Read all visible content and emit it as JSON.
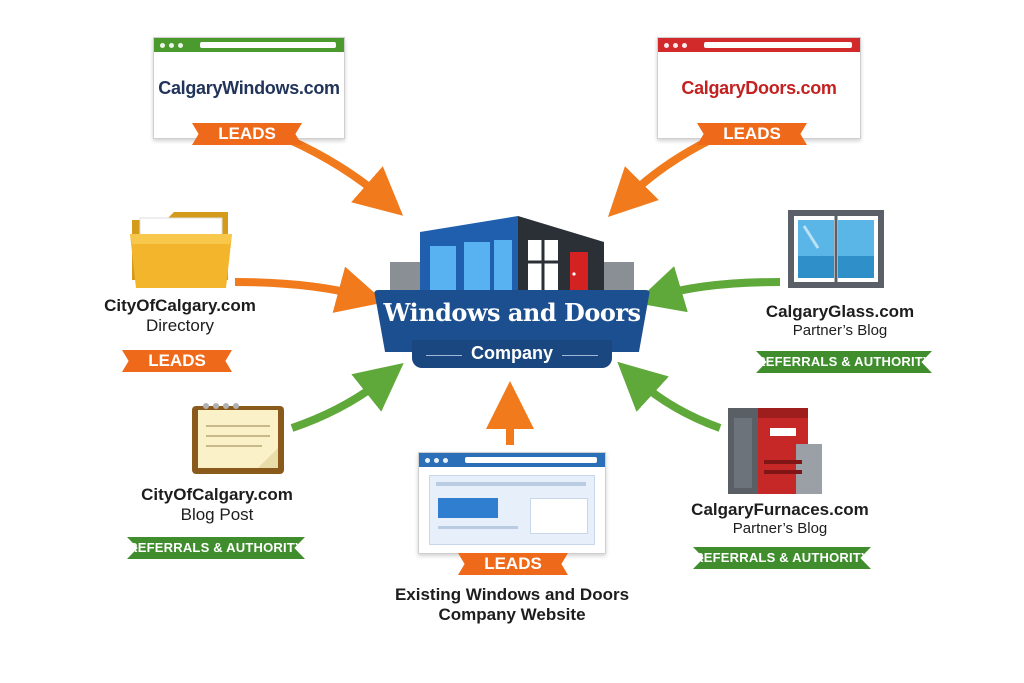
{
  "center": {
    "title": "Windows and Doors",
    "subtitle": "Company"
  },
  "nodes": {
    "calgary_windows": {
      "site": "CalgaryWindows.com",
      "badge": "LEADS",
      "color": "#4a9a2e"
    },
    "calgary_doors": {
      "site": "CalgaryDoors.com",
      "badge": "LEADS",
      "color": "#d22a2a"
    },
    "city_directory": {
      "line1": "CityOfCalgary.com",
      "line2": "Directory",
      "badge": "LEADS"
    },
    "city_blog": {
      "line1": "CityOfCalgary.com",
      "line2": "Blog Post",
      "badge": "REFERRALS & AUTHORITY"
    },
    "existing_site": {
      "line1": "Existing Windows and Doors",
      "line2": "Company Website",
      "badge": "LEADS"
    },
    "calgary_glass": {
      "line1": "CalgaryGlass.com",
      "line2": "Partner’s Blog",
      "badge": "REFERRALS & AUTHORITY"
    },
    "calgary_furnaces": {
      "line1": "CalgaryFurnaces.com",
      "line2": "Partner’s Blog",
      "badge": "REFERRALS & AUTHORITY"
    }
  },
  "colors": {
    "leads": "#ee6a1a",
    "referrals": "#3f8d2c",
    "brand": "#1c4f8f"
  }
}
